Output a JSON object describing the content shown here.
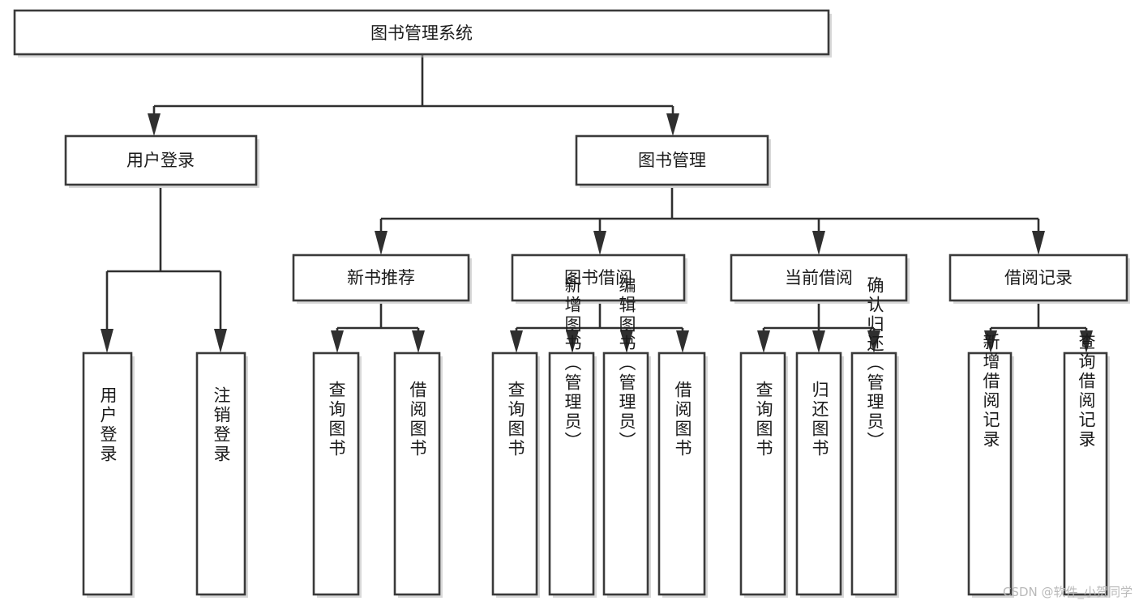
{
  "diagram": {
    "type": "tree-hierarchy",
    "title": "图书管理系统",
    "orientation": "top-down",
    "colors": {
      "box_stroke": "#3a3a3a",
      "box_fill": "#ffffff",
      "connector": "#2f2f2f",
      "text": "#1b1b1b",
      "watermark": "#b9b9b9",
      "background": "#ffffff"
    },
    "levels": [
      {
        "level": 1,
        "nodes": [
          {
            "id": "root",
            "label": "图书管理系统",
            "orientation": "horizontal"
          }
        ]
      },
      {
        "level": 2,
        "nodes": [
          {
            "id": "login",
            "label": "用户登录",
            "orientation": "horizontal",
            "parent": "root"
          },
          {
            "id": "bookmgmt",
            "label": "图书管理",
            "orientation": "horizontal",
            "parent": "root"
          }
        ]
      },
      {
        "level": 3,
        "nodes": [
          {
            "id": "newbook",
            "label": "新书推荐",
            "orientation": "horizontal",
            "parent": "bookmgmt"
          },
          {
            "id": "borrow",
            "label": "图书借阅",
            "orientation": "horizontal",
            "parent": "bookmgmt"
          },
          {
            "id": "current",
            "label": "当前借阅",
            "orientation": "horizontal",
            "parent": "bookmgmt"
          },
          {
            "id": "records",
            "label": "借阅记录",
            "orientation": "horizontal",
            "parent": "bookmgmt"
          }
        ]
      },
      {
        "level": 4,
        "nodes": [
          {
            "id": "leaf-login-1",
            "label": "用户登录",
            "orientation": "vertical",
            "parent": "login"
          },
          {
            "id": "leaf-login-2",
            "label": "注销登录",
            "orientation": "vertical",
            "parent": "login"
          },
          {
            "id": "leaf-newbook-1",
            "label": "查询图书",
            "orientation": "vertical",
            "parent": "newbook"
          },
          {
            "id": "leaf-newbook-2",
            "label": "借阅图书",
            "orientation": "vertical",
            "parent": "newbook"
          },
          {
            "id": "leaf-borrow-1",
            "label": "查询图书",
            "orientation": "vertical",
            "parent": "borrow"
          },
          {
            "id": "leaf-borrow-2",
            "label": "新增图书（管理员）",
            "orientation": "vertical",
            "parent": "borrow"
          },
          {
            "id": "leaf-borrow-3",
            "label": "编辑图书（管理员）",
            "orientation": "vertical",
            "parent": "borrow"
          },
          {
            "id": "leaf-borrow-4",
            "label": "借阅图书",
            "orientation": "vertical",
            "parent": "borrow"
          },
          {
            "id": "leaf-current-1",
            "label": "查询图书",
            "orientation": "vertical",
            "parent": "current"
          },
          {
            "id": "leaf-current-2",
            "label": "归还图书",
            "orientation": "vertical",
            "parent": "current"
          },
          {
            "id": "leaf-current-3",
            "label": "确认归还（管理员）",
            "orientation": "vertical",
            "parent": "current"
          },
          {
            "id": "leaf-records-1",
            "label": "新增借阅记录",
            "orientation": "vertical",
            "parent": "records"
          },
          {
            "id": "leaf-records-2",
            "label": "查询借阅记录",
            "orientation": "vertical",
            "parent": "records"
          }
        ]
      }
    ]
  },
  "watermark": {
    "text": "CSDN @软件_小贺同学"
  }
}
